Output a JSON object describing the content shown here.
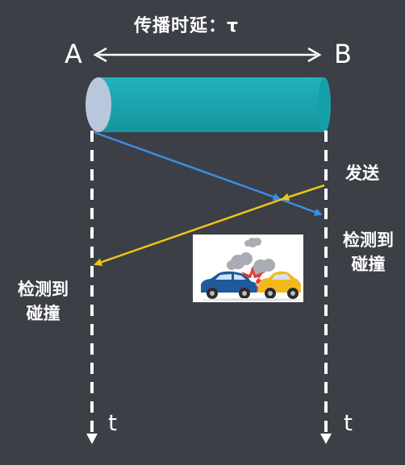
{
  "diagram": {
    "title": "传播时延：τ",
    "node_a": "A",
    "node_b": "B",
    "send_label": "发送",
    "detect_collision_right": [
      "检测到",
      "碰撞"
    ],
    "detect_collision_left": [
      "检测到",
      "碰撞"
    ],
    "time_label_left": "t",
    "time_label_right": "t",
    "colors": {
      "background": "#3c3f46",
      "cable": "#1aa5ae",
      "cable_end": "#b9c7dc",
      "signal_a": "#3b8ee0",
      "signal_b": "#f0c419",
      "timeline": "#ffffff"
    },
    "icons": [
      "double-arrow-icon",
      "car-collision-icon"
    ]
  }
}
